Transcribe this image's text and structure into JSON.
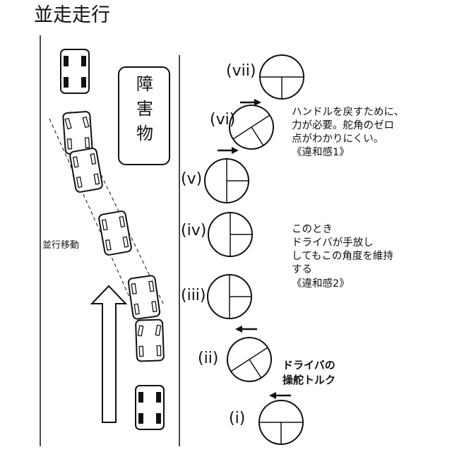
{
  "title": "並走走行",
  "obstacle_label": "障害物",
  "side_label": "並行移動",
  "stages": [
    {
      "label": "(i)"
    },
    {
      "label": "(ii)"
    },
    {
      "label": "(iii)"
    },
    {
      "label": "(iv)"
    },
    {
      "label": "(v)"
    },
    {
      "label": "(vi)"
    },
    {
      "label": "(vii)"
    }
  ],
  "notes": {
    "upper": "ハンドルを戻すために、\n力が必要。舵角のゼロ\n点がわかりにくい。\n《違和感1》",
    "middle": "このとき\nドライバが手放し\nしてもこの角度を維持\nする\n《違和感2》",
    "torque": "ドライバの\n操舵トルク"
  }
}
